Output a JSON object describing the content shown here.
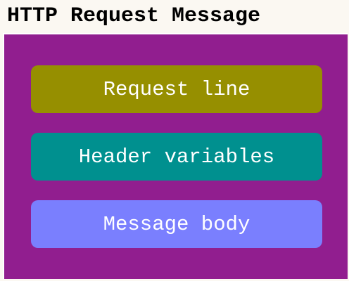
{
  "title": "HTTP Request Message",
  "colors": {
    "background": "#fbf8f2",
    "container": "#911e8f",
    "request_line": "#968f00",
    "header_variables": "#00908f",
    "message_body": "#7a7ffe",
    "text": "#ffffff"
  },
  "blocks": [
    {
      "label": "Request line"
    },
    {
      "label": "Header variables"
    },
    {
      "label": "Message body"
    }
  ]
}
